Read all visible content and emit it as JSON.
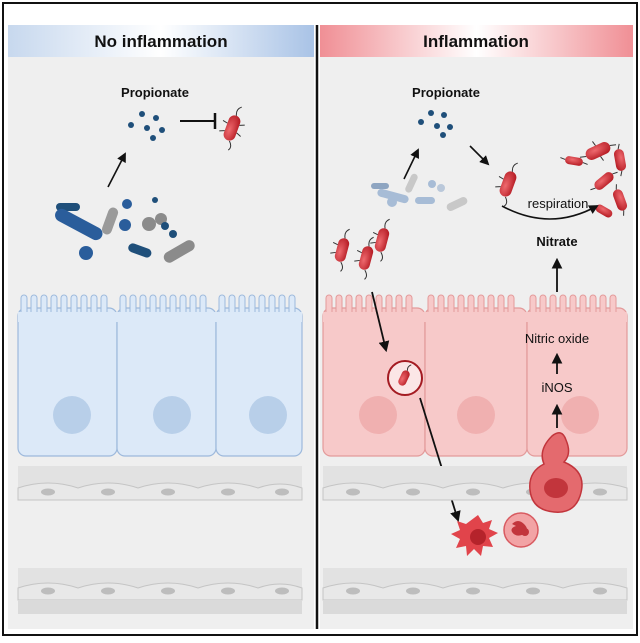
{
  "panels": {
    "left": {
      "header": "No inflammation",
      "propionate_label": "Propionate"
    },
    "right": {
      "header": "Inflammation",
      "propionate_label": "Propionate",
      "respiration_label": "respiration",
      "nitrate_label": "Nitrate",
      "nitric_oxide_label": "Nitric oxide",
      "inos_label": "iNOS"
    }
  },
  "colors": {
    "left_header": "#b9cde9",
    "right_header": "#ee8f93",
    "left_epithelium": "#dce9f8",
    "right_epithelium": "#f7c9c9",
    "bacteria_red": "#c9282f",
    "propionate_blue": "#1f4f7a"
  }
}
